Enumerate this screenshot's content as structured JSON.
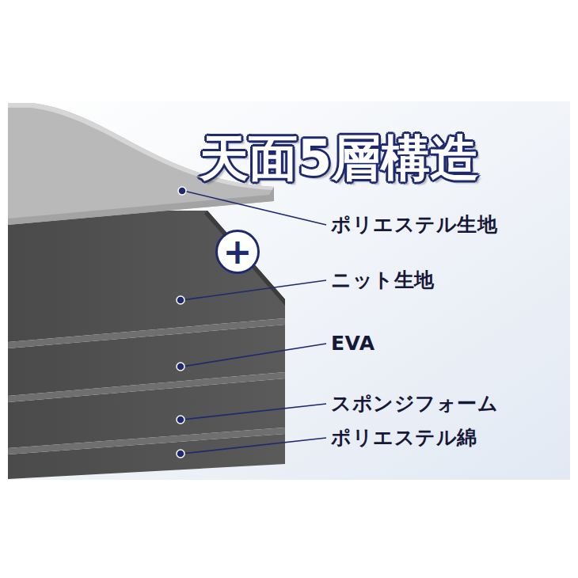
{
  "diagram": {
    "title": "天面5層構造",
    "nodes": [
      {
        "text": [
          "+"
        ]
      }
    ],
    "labels": [
      "ポリエステル生地",
      "ニット生地",
      "EVA",
      "スポンジフォーム",
      "ポリエステル綿"
    ]
  }
}
